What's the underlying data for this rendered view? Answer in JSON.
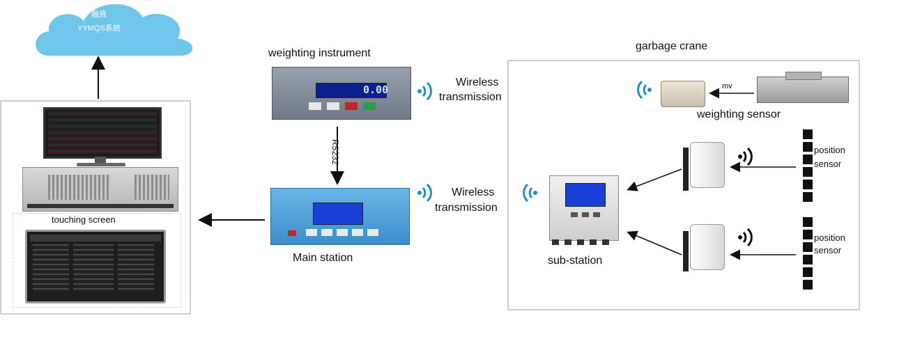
{
  "cloud": {
    "line1": "融資",
    "line2": "YYMQS系統",
    "color": "#6ec6ea"
  },
  "left_panel": {
    "touch_label": "touching screen"
  },
  "weighting_instrument": {
    "title": "weighting instrument",
    "display_value": "0.00"
  },
  "main_station": {
    "title": "Main station"
  },
  "link_rs232": "RS232",
  "wireless_top": {
    "line1": "Wireless",
    "line2": "transmission"
  },
  "wireless_mid": {
    "line1": "Wireless",
    "line2": "transmission"
  },
  "garbage_crane": {
    "title": "garbage crane",
    "mv_label": "mv",
    "sensor_label": "weighting sensor",
    "sub_station": "sub-station",
    "position_sensor_1": {
      "line1": "position",
      "line2": "sensor"
    },
    "position_sensor_2": {
      "line1": "position",
      "line2": "sensor"
    }
  },
  "colors": {
    "wifi": "#1f8fc4",
    "panel_border": "#cfcfcf",
    "instrument_body": "#7f8a96",
    "main_station_body": "#4f9fd6",
    "screen_blue": "#1a3fd6"
  }
}
